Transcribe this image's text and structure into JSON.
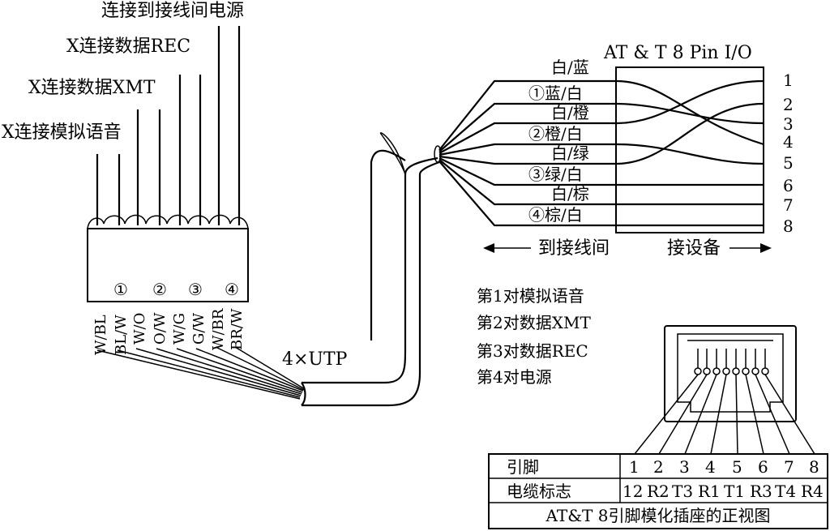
{
  "left_labels": {
    "power": "连接到接线间电源",
    "data_rec": "X连接数据REC",
    "data_xmt": "X连接数据XMT",
    "analog_voice": "X连接模拟语音"
  },
  "block": {
    "pair_marks": [
      "①",
      "②",
      "③",
      "④"
    ],
    "wire_codes": [
      "W/BL",
      "BL/W",
      "W/O",
      "O/W",
      "W/G",
      "G/W",
      "W/BR",
      "BR/W"
    ]
  },
  "cable_label": "4×UTP",
  "connector_title": "AT & T 8 Pin I/O",
  "pair_wires": [
    "白/蓝",
    "①蓝/白",
    "白/橙",
    "②橙/白",
    "白/绿",
    "③绿/白",
    "白/棕",
    "④棕/白"
  ],
  "pin_numbers": [
    "1",
    "2",
    "3",
    "4",
    "5",
    "6",
    "7",
    "8"
  ],
  "direction": {
    "to_closet": "到接线间",
    "to_equipment": "接设备"
  },
  "legend": [
    "第1对模拟语音",
    "第2对数据XMT",
    "第3对数据REC",
    "第4对电源"
  ],
  "table": {
    "row1_label": "引脚",
    "row1_values": [
      "1",
      "2",
      "3",
      "4",
      "5",
      "6",
      "7",
      "8"
    ],
    "row2_label": "电缆标志",
    "row2_values": [
      "12",
      "R2",
      "T3",
      "R1",
      "T1",
      "R3",
      "T4",
      "R4"
    ],
    "caption": "AT&T 8引脚模化插座的正视图"
  }
}
